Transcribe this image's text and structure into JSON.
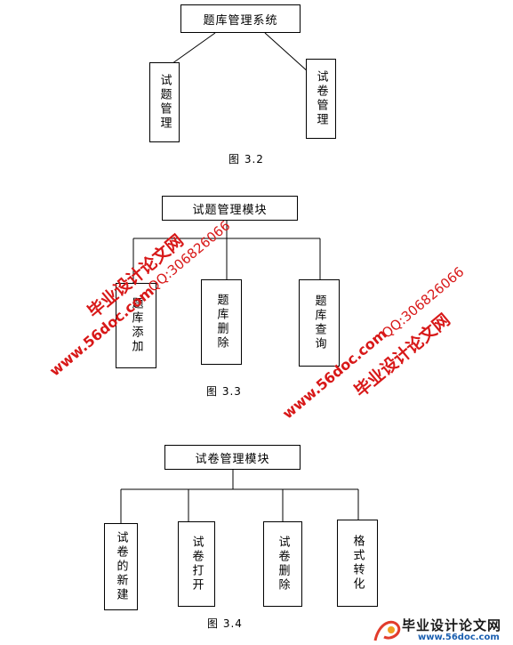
{
  "diagram1": {
    "root": "题库管理系统",
    "children": [
      "试题管理",
      "试卷管理"
    ],
    "caption": "图 3.2"
  },
  "diagram2": {
    "root": "试题管理模块",
    "children": [
      "题库添加",
      "题库删除",
      "题库查询"
    ],
    "caption": "图 3.3"
  },
  "diagram3": {
    "root": "试卷管理模块",
    "children": [
      "试卷的新建",
      "试卷打开",
      "试卷删除",
      "格式转化"
    ],
    "caption": "图 3.4"
  },
  "watermarks": {
    "site_name_1": "毕业设计论文网",
    "site_url_1": "www.56doc.com",
    "qq_1": "QQ:306826066",
    "site_name_2": "毕业设计论文网",
    "site_url_2": "www.56doc.com",
    "qq_2": "QQ:306826066"
  },
  "footer": {
    "title": "毕业设计论文网",
    "url": "www.56doc.com"
  }
}
